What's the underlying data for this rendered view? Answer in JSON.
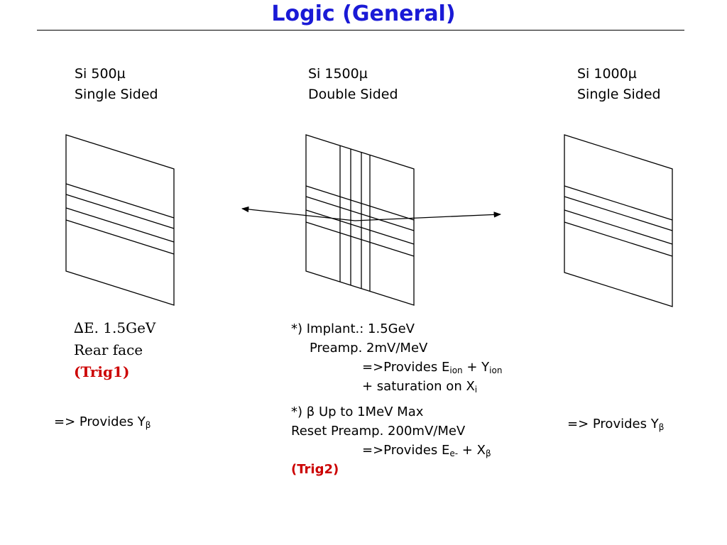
{
  "title": "Logic (General)",
  "detectors": [
    {
      "name": "Si 500µ",
      "type": "Single Sided"
    },
    {
      "name": "Si 1500µ",
      "type": "Double Sided"
    },
    {
      "name": "Si 1000µ",
      "type": "Single Sided"
    }
  ],
  "left_note": {
    "line1_delta": "∆",
    "line1_text": "E. 1.5GeV",
    "line2": "Rear face",
    "trig_open": "(",
    "trig_label": "Trig1",
    "trig_close": ")"
  },
  "left_provides": {
    "text": "=> Provides Y",
    "sub": "β"
  },
  "right_provides": {
    "text": "=> Provides Y",
    "sub": "β"
  },
  "center_note": {
    "implant_line": "*) Implant.: 1.5GeV",
    "preamp_line": "Preamp. 2mV/MeV",
    "provides_prefix": "=>Provides E",
    "provides_sub1": "ion",
    "provides_mid": " + Y",
    "provides_sub2": "ion",
    "saturation_prefix": "+ saturation on X",
    "saturation_sub": "i",
    "beta_prefix": "*) ",
    "beta_symbol": "β",
    "beta_text": " Up to 1MeV Max",
    "reset_line": "Reset Preamp. 200mV/MeV",
    "provides2_prefix": "=>Provides E",
    "provides2_sub1": "e-",
    "provides2_mid": " + X",
    "provides2_sub2": "β",
    "trig2": "(Trig2)"
  }
}
